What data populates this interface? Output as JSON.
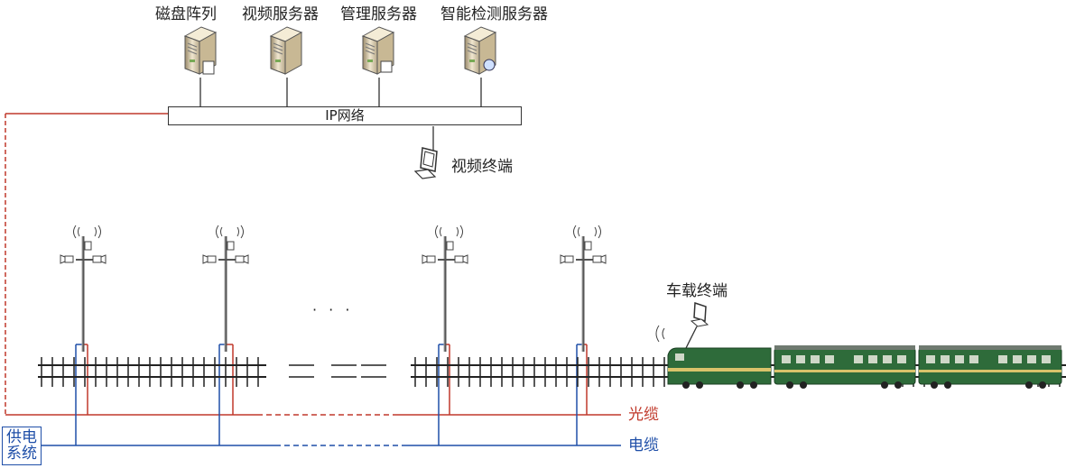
{
  "servers": [
    {
      "label": "磁盘阵列",
      "icon": "disk-array-server-icon"
    },
    {
      "label": "视频服务器",
      "icon": "video-server-icon"
    },
    {
      "label": "管理服务器",
      "icon": "management-server-icon"
    },
    {
      "label": "智能检测服务器",
      "icon": "detection-server-icon"
    }
  ],
  "network": {
    "label": "IP网络"
  },
  "video_terminal": {
    "label": "视频终端"
  },
  "vehicle_terminal": {
    "label": "车载终端"
  },
  "ellipsis": "· · ·",
  "cables": {
    "fiber": "光缆",
    "power": "电缆"
  },
  "power_system": {
    "line1": "供电",
    "line2": "系统"
  },
  "colors": {
    "fiber": "#c0392b",
    "power": "#1f4fa8",
    "train": "#2e6b3a",
    "line": "#333333"
  }
}
